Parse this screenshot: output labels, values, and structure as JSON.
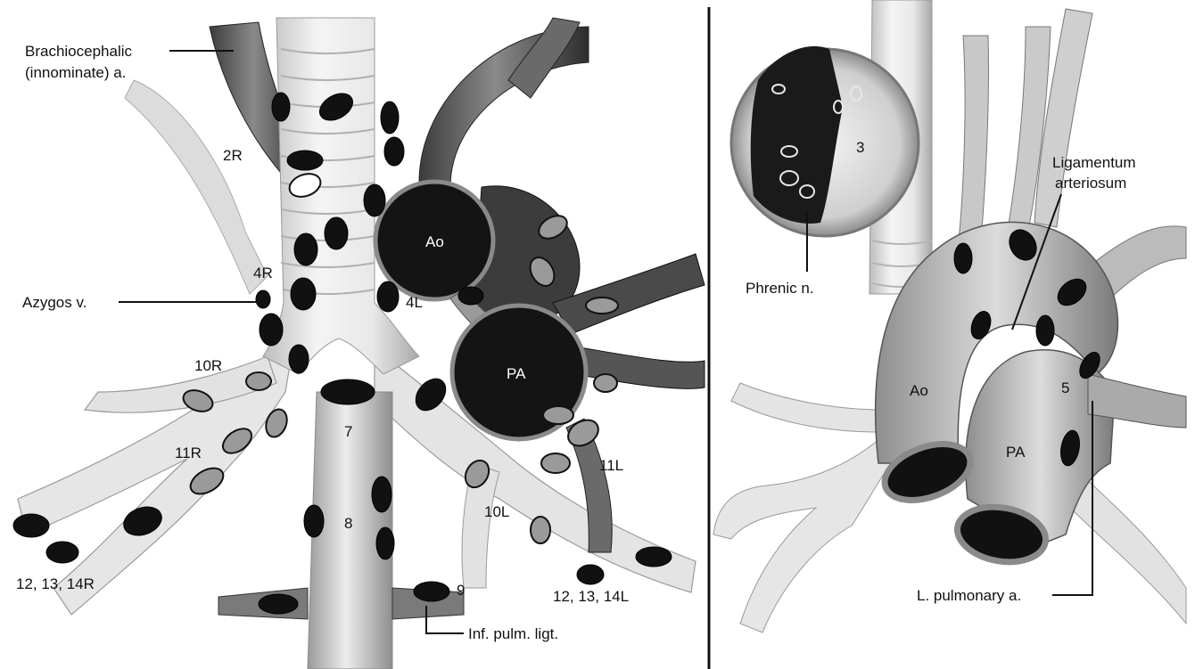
{
  "left_panel": {
    "labels": {
      "brachiocephalic_line1": "Brachiocephalic",
      "brachiocephalic_line2": "(innominate) a.",
      "station_2r": "2R",
      "station_4r": "4R",
      "azygos": "Azygos v.",
      "ao": "Ao",
      "pa": "PA",
      "station_4l": "4L",
      "station_10r": "10R",
      "station_11r": "11R",
      "station_7": "7",
      "station_8": "8",
      "station_9": "9",
      "station_10l": "10L",
      "station_11l": "11L",
      "station_12_13_14r": "12, 13, 14R",
      "station_12_13_14l": "12, 13, 14L",
      "inf_pulm_ligt": "Inf. pulm. ligt."
    }
  },
  "right_panel": {
    "labels": {
      "station_3": "3",
      "phrenic": "Phrenic n.",
      "ligamentum_line1": "Ligamentum",
      "ligamentum_line2": "arteriosum",
      "ao": "Ao",
      "pa": "PA",
      "station_5": "5",
      "l_pulmonary": "L. pulmonary a."
    }
  },
  "colors": {
    "node_dark": "#111111",
    "node_grey": "#9a9a9a",
    "vessel_dark": "#5a5a5a",
    "airway_light": "#e4e4e4"
  }
}
